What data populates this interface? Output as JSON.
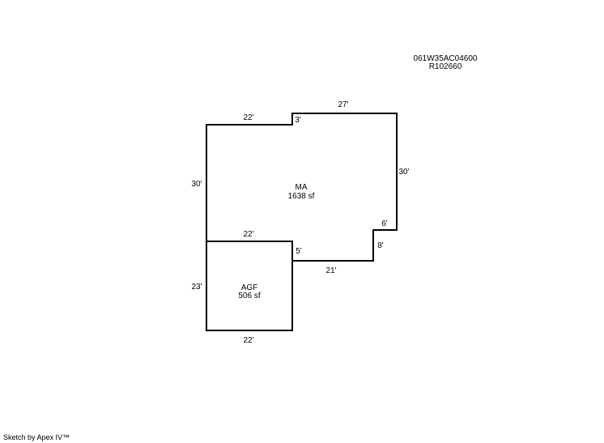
{
  "parcel": {
    "map_number": "061W35AC04600",
    "account": "R102660"
  },
  "areas": {
    "ma": {
      "name": "MA",
      "size": "1638 sf"
    },
    "agf": {
      "name": "AGF",
      "size": "506 sf"
    }
  },
  "dimensions": {
    "ma_top_left": "22'",
    "ma_step": "3'",
    "ma_top_right": "27'",
    "ma_left": "30'",
    "ma_right": "30'",
    "ma_notch_top": "6'",
    "ma_notch_side": "8'",
    "ma_bottom": "21'",
    "ma_shared_bottom": "22'",
    "ma_inner_side": "5'",
    "agf_left": "23'",
    "agf_bottom": "22'"
  },
  "footer": {
    "credit": "Sketch by Apex IV™"
  },
  "colors": {
    "line": "#000000",
    "background": "#ffffff"
  }
}
